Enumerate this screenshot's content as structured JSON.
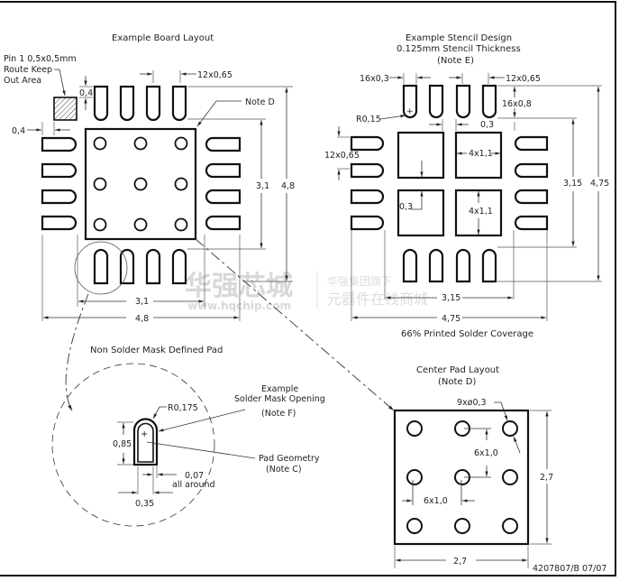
{
  "board_layout": {
    "title": "Example Board Layout",
    "keepout_label_line1": "Pin 1 0,5x0,5mm",
    "keepout_label_line2": "Route Keep",
    "keepout_label_line3": "Out Area",
    "dim_keepout_gap_v": "0,4",
    "dim_keepout_gap_h": "0,4",
    "dim_pitch": "12x0,65",
    "note": "Note D",
    "dim_inner_v": "3,1",
    "dim_outer_v": "4,8",
    "dim_inner_h": "3,1",
    "dim_outer_h": "4,8"
  },
  "stencil": {
    "title_line1": "Example Stencil Design",
    "title_line2": "0.125mm Stencil Thickness",
    "title_line3": "(Note E)",
    "dim_width": "16x0,3",
    "dim_pitch_top": "12x0,65",
    "dim_length": "16x0,8",
    "dim_radius": "R0,15",
    "dim_gap": "0,3",
    "dim_pitch_left": "12x0,65",
    "dim_sq_w": "4x1,1",
    "dim_sq_h": "4x1,1",
    "dim_sq_gap": "0,3",
    "dim_inner_v": "3,15",
    "dim_outer_v": "4,75",
    "dim_inner_h": "3,15",
    "dim_outer_h": "4,75",
    "coverage": "66% Printed Solder Coverage"
  },
  "nsmd_detail": {
    "title": "Non Solder Mask Defined Pad",
    "radius": "R0,175",
    "mask_label_line1": "Example",
    "mask_label_line2": "Solder Mask Opening",
    "mask_label_line3": "(Note F)",
    "pad_label_line1": "Pad Geometry",
    "pad_label_line2": "(Note C)",
    "dim_length": "0,85",
    "dim_clearance": "0,07",
    "dim_clearance_note": "all around",
    "dim_width": "0,35"
  },
  "center_pad": {
    "title_line1": "Center Pad Layout",
    "title_line2": "(Note D)",
    "dim_vias": "9xø0,3",
    "dim_pitch_v": "6x1,0",
    "dim_pitch_h": "6x1,0",
    "dim_size_v": "2,7",
    "dim_size_h": "2,7"
  },
  "drawing_number": "4207807/B 07/07",
  "watermark": {
    "brand": "华强芯城",
    "url": "www.hqchip.com",
    "tag_line1": "华强集团旗下",
    "tag_line2": "元器件在线商城"
  }
}
